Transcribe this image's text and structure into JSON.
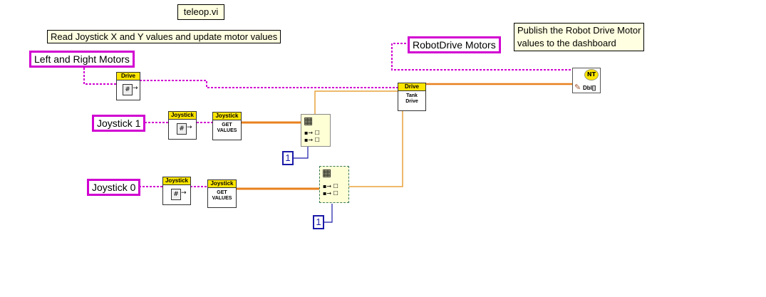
{
  "vi_title": "teleop.vi",
  "comments": {
    "read_joystick": "Read Joystick X and Y values and update motor values",
    "publish_line1": "Publish the Robot Drive Motor",
    "publish_line2": "values to the dashboard"
  },
  "references": {
    "left_right_motors": "Left and Right Motors",
    "robotdrive_motors": "RobotDrive Motors",
    "joystick1": "Joystick 1",
    "joystick0": "Joystick 0"
  },
  "nodes": {
    "drive_header": "Drive",
    "drive_ref_icon": "#",
    "tank_drive_header": "Drive",
    "tank_drive_line1": "Tank",
    "tank_drive_line2": "Drive",
    "joystick_header": "Joystick",
    "get_values_header": "Joystick",
    "get_values_line1": "GET",
    "get_values_line2": "VALUES",
    "nt_badge": "NT",
    "nt_type": "Dbl[]"
  },
  "constants": {
    "index_a": "1",
    "index_b": "1"
  },
  "colors": {
    "refnum_wire": "#d100d1",
    "numeric_wire": "#e8801e",
    "array_wire": "#e8a23c",
    "constant_border": "#1a1aa8",
    "vi_header": "#ffe600"
  }
}
